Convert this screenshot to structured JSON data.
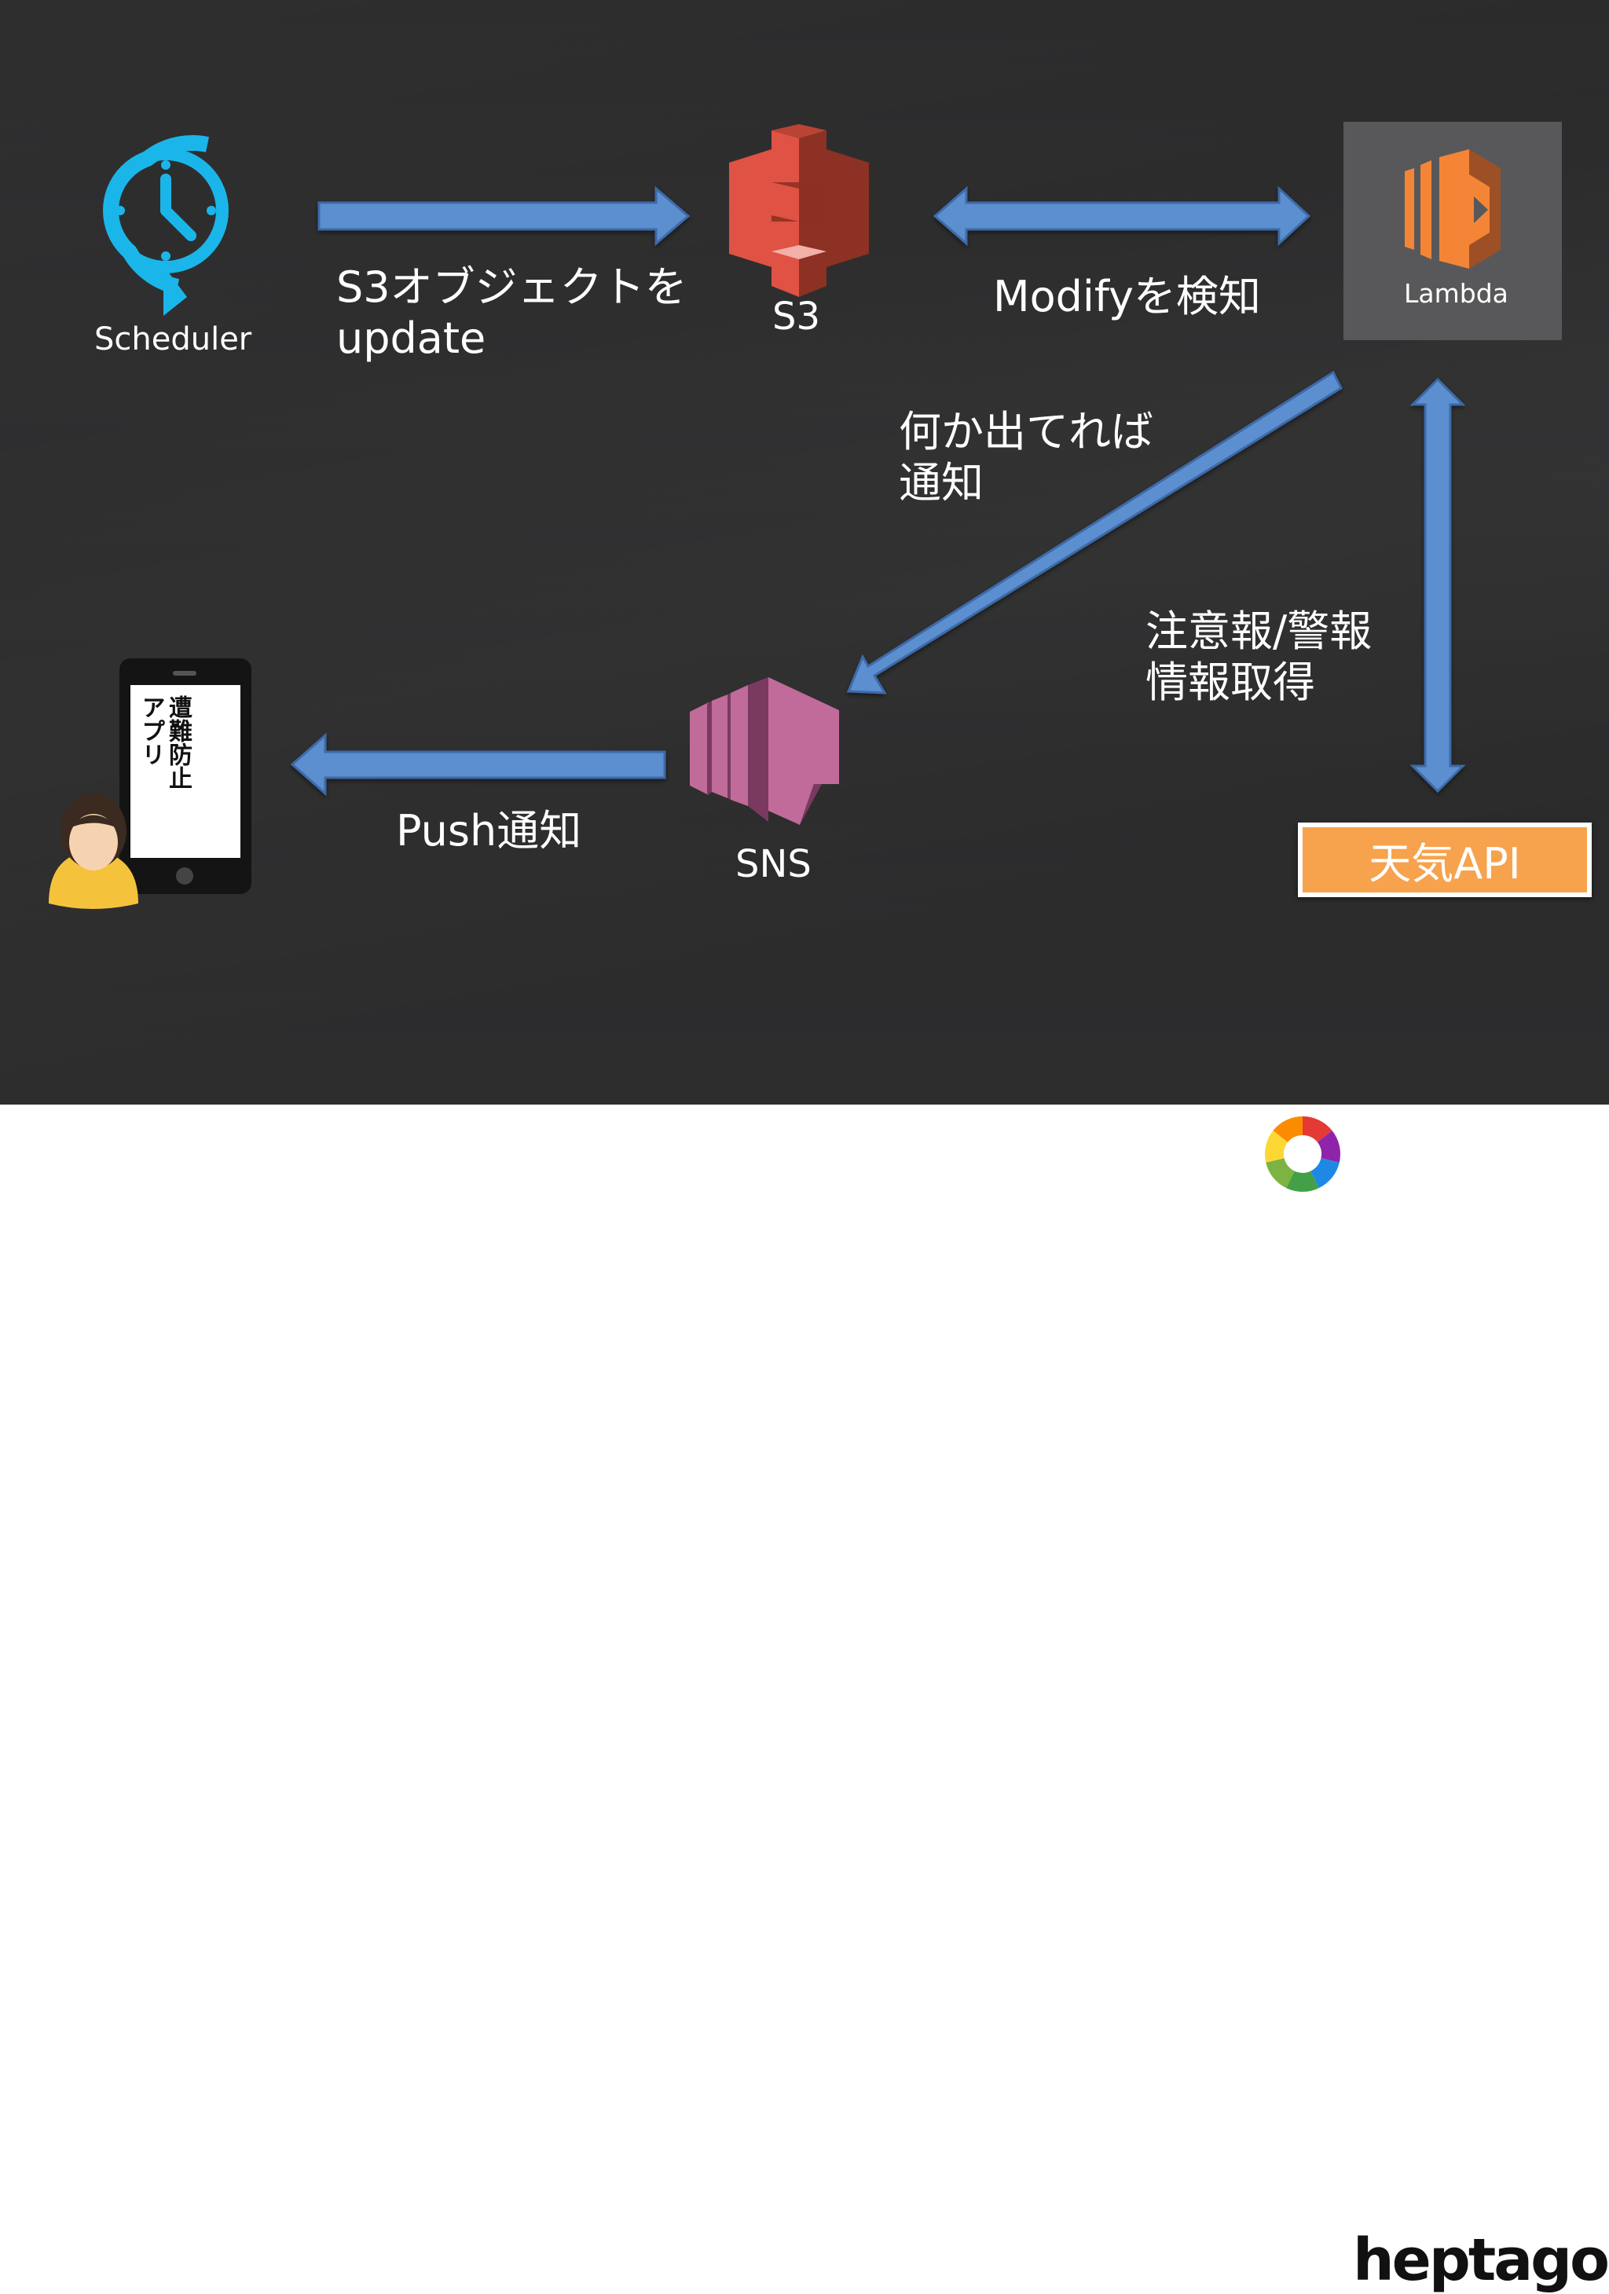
{
  "nodes": {
    "scheduler": "Scheduler",
    "s3": "S3",
    "lambda": "Lambda",
    "sns": "SNS",
    "weather_api": "天気API",
    "app": "遭難防止\nアプリ"
  },
  "edges": {
    "scheduler_to_s3": "S3オブジェクトを\nupdate",
    "s3_lambda": "Modifyを検知",
    "lambda_to_sns": "何か出てれば\n通知",
    "lambda_weather": "注意報/警報\n情報取得",
    "sns_to_app": "Push通知"
  },
  "footer": {
    "brand": "heptagon"
  },
  "colors": {
    "background": "#2d2d2e",
    "arrow": "#5b8fcf",
    "scheduler": "#1ab6ea",
    "s3": "#e05243",
    "lambda": "#f58536",
    "sns": "#c06b9a",
    "weather_api": "#f7a24d"
  }
}
